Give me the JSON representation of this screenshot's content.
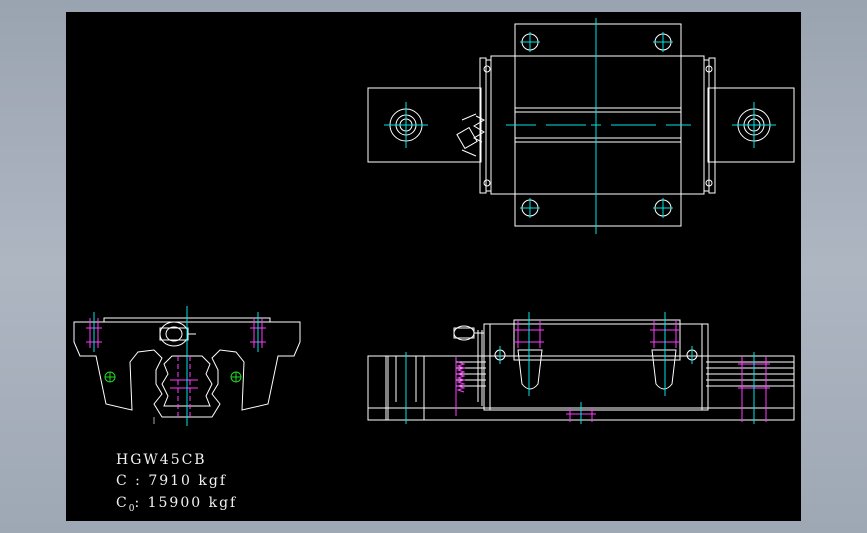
{
  "drawing": {
    "model": "HGW45CB",
    "c_label": "C",
    "c_value": ": 7910 kgf",
    "c0_label": "C",
    "c0_sub": "0",
    "c0_value": ": 15900 kgf"
  },
  "colors": {
    "background": "#000000",
    "line": "#ffffff",
    "centerline": "#00e5e5",
    "hidden": "#ff3dff",
    "grease": "#22dd22",
    "frame": "#9ea7b4"
  }
}
